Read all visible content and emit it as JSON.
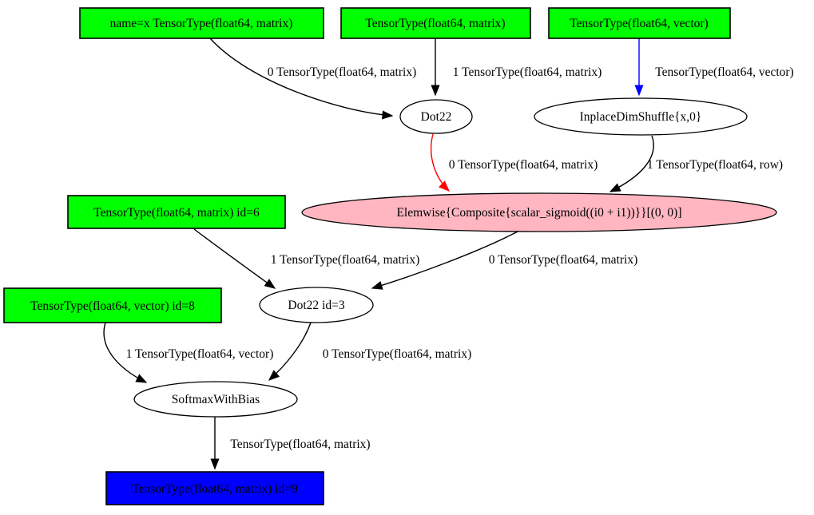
{
  "graph": {
    "nodes": {
      "input_x": {
        "label": "name=x TensorType(float64, matrix)",
        "shape": "box",
        "role": "input"
      },
      "input_w": {
        "label": "TensorType(float64, matrix)",
        "shape": "box",
        "role": "input"
      },
      "input_v": {
        "label": "TensorType(float64, vector)",
        "shape": "box",
        "role": "input"
      },
      "dot22": {
        "label": "Dot22",
        "shape": "ellipse",
        "role": "apply"
      },
      "dimshuffle": {
        "label": "InplaceDimShuffle{x,0}",
        "shape": "ellipse",
        "role": "apply"
      },
      "elemwise": {
        "label": "Elemwise{Composite{scalar_sigmoid((i0 + i1))}}[(0, 0)]",
        "shape": "ellipse",
        "role": "apply-inplace"
      },
      "input_id6": {
        "label": "TensorType(float64, matrix) id=6",
        "shape": "box",
        "role": "input"
      },
      "dot22_id3": {
        "label": "Dot22 id=3",
        "shape": "ellipse",
        "role": "apply"
      },
      "input_id8": {
        "label": "TensorType(float64, vector) id=8",
        "shape": "box",
        "role": "input"
      },
      "softmax": {
        "label": "SoftmaxWithBias",
        "shape": "ellipse",
        "role": "apply"
      },
      "output_id9": {
        "label": "TensorType(float64, matrix) id=9",
        "shape": "box",
        "role": "output"
      }
    },
    "edge_labels": {
      "x_to_dot22": "0 TensorType(float64, matrix)",
      "w_to_dot22": "1 TensorType(float64, matrix)",
      "v_to_dimshuffle": "TensorType(float64, vector)",
      "dot22_to_elemwise": "0 TensorType(float64, matrix)",
      "dimshuffle_to_elemwise": "1 TensorType(float64, row)",
      "id6_to_dot22id3": "1 TensorType(float64, matrix)",
      "elemwise_to_dot22id3": "0 TensorType(float64, matrix)",
      "id8_to_softmax": "1 TensorType(float64, vector)",
      "dot22id3_to_softmax": "0 TensorType(float64, matrix)",
      "softmax_to_output": "TensorType(float64, matrix)"
    },
    "colors": {
      "input_fill": "#00ff00",
      "output_fill": "#0000ff",
      "apply_fill": "#ffffff",
      "elemwise_fill": "#ffb6c1",
      "edge_black": "#000000",
      "edge_red": "#ff0000",
      "edge_blue": "#0000ff"
    }
  }
}
